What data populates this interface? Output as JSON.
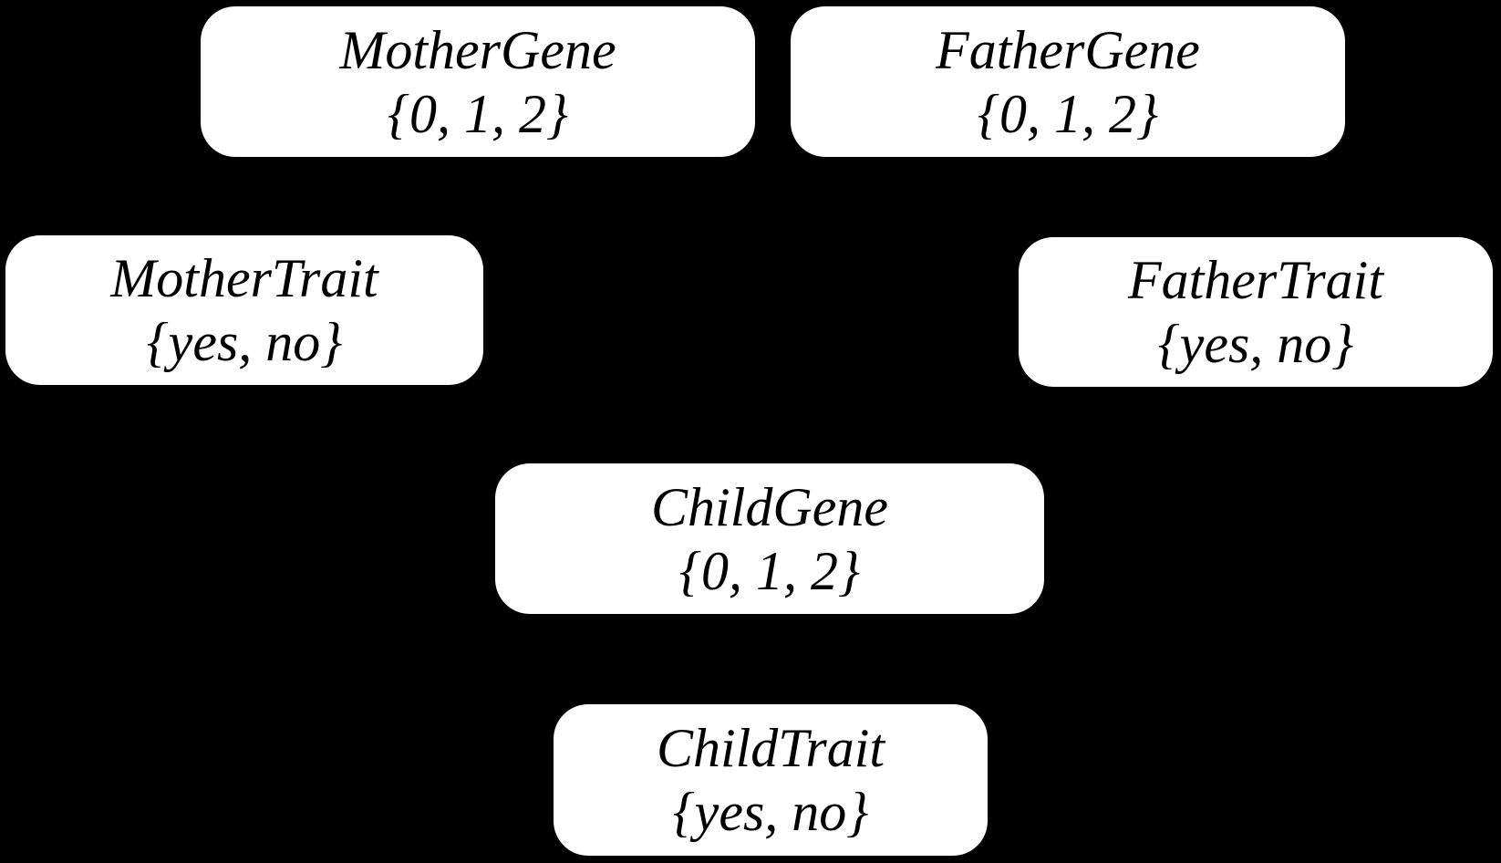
{
  "diagram": {
    "type": "bayesian-network",
    "background_color": "#000000",
    "node_fill_color": "#ffffff",
    "node_text_color": "#000000",
    "nodes": [
      {
        "id": "mother-gene",
        "label": "MotherGene",
        "values": "{0, 1, 2}"
      },
      {
        "id": "father-gene",
        "label": "FatherGene",
        "values": "{0, 1, 2}"
      },
      {
        "id": "mother-trait",
        "label": "MotherTrait",
        "values": "{yes, no}"
      },
      {
        "id": "father-trait",
        "label": "FatherTrait",
        "values": "{yes, no}"
      },
      {
        "id": "child-gene",
        "label": "ChildGene",
        "values": "{0, 1, 2}"
      },
      {
        "id": "child-trait",
        "label": "ChildTrait",
        "values": "{yes, no}"
      }
    ]
  }
}
